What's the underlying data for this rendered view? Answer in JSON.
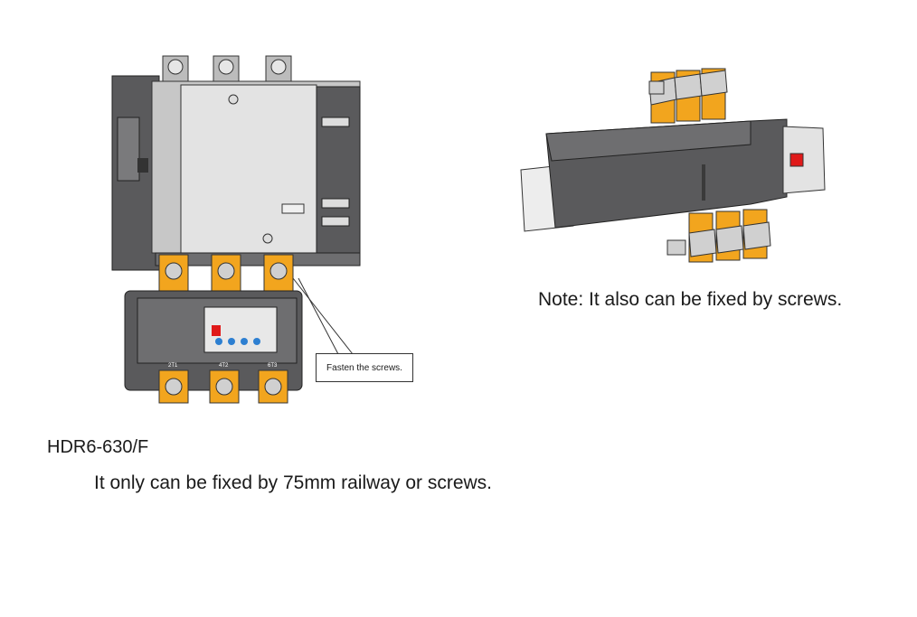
{
  "figure_left": {
    "terminal_labels_bottom": [
      "2T1",
      "4T2",
      "6T3"
    ],
    "callout": "Fasten the screws."
  },
  "note": "Note: It also can be fixed by screws.",
  "model": "HDR6-630/F",
  "description": "It only can be fixed by 75mm railway or screws.",
  "colors": {
    "housing_dark": "#5a5a5c",
    "housing_mid": "#6e6e70",
    "cover_light": "#e3e3e3",
    "terminal_orange": "#f2a51e",
    "bolt_silver": "#d0d0d0",
    "indicator_red": "#e01a1a",
    "dial_blue": "#2d7fd1"
  }
}
